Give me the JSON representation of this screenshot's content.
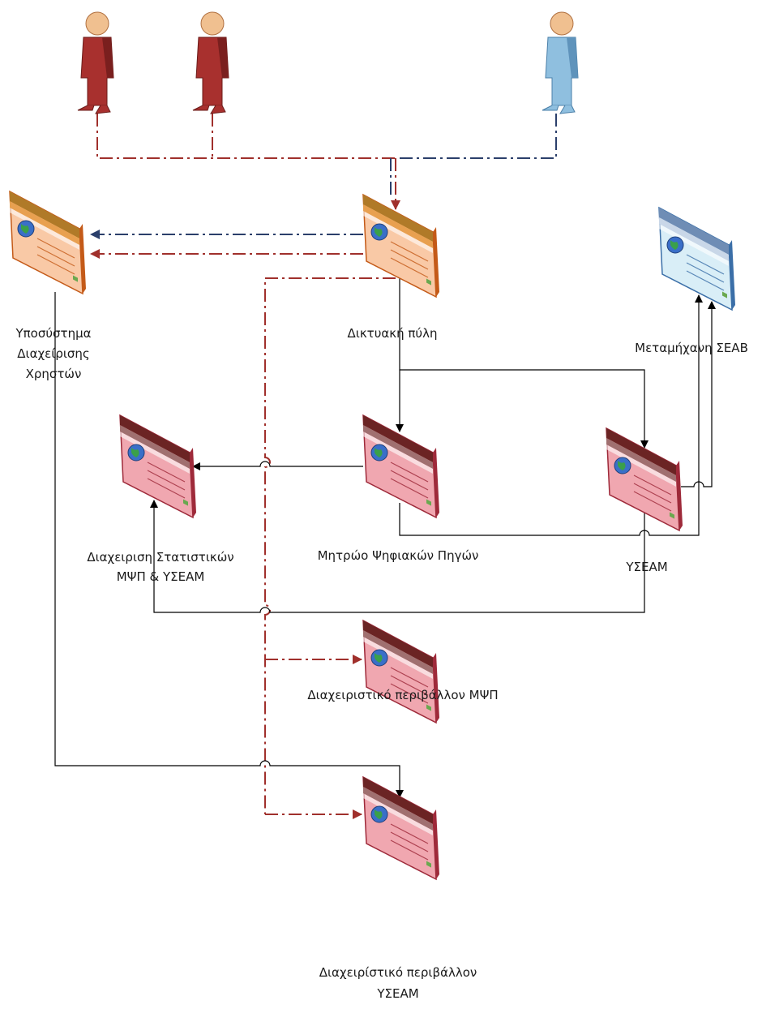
{
  "diagram": {
    "actors": [
      {
        "id": "user1",
        "role": "user",
        "color": "#a8302e"
      },
      {
        "id": "user2",
        "role": "user",
        "color": "#a8302e"
      },
      {
        "id": "admin",
        "role": "user",
        "color": "#8fbfdf"
      }
    ],
    "nodes": [
      {
        "id": "user_mgmt",
        "label_lines": [
          "Υποσύστημα",
          "Διαχείρισης",
          "Χρηστών"
        ],
        "theme": "orange"
      },
      {
        "id": "portal",
        "label_lines": [
          "Δικτυακή πύλη"
        ],
        "theme": "orange"
      },
      {
        "id": "metasearch",
        "label_lines": [
          "Μεταμήχανη ΣΕΑΒ"
        ],
        "theme": "blue"
      },
      {
        "id": "stats",
        "label_lines": [
          "Διαχειριση Στατιστικών",
          "ΜΨΠ & ΥΣΕΑΜ"
        ],
        "theme": "red"
      },
      {
        "id": "registry",
        "label_lines": [
          "Μητρώο Ψηφιακών Πηγών"
        ],
        "theme": "red"
      },
      {
        "id": "yseam",
        "label_lines": [
          "ΥΣΕΑΜ"
        ],
        "theme": "red"
      },
      {
        "id": "admin_mpsp",
        "label_lines": [
          "Διαχειριστικό περιβάλλον ΜΨΠ"
        ],
        "theme": "red"
      },
      {
        "id": "admin_yseam",
        "label_lines": [
          "Διαχειρίστικό περιβάλλον",
          "ΥΣΕΑΜ"
        ],
        "theme": "red"
      }
    ],
    "themes": {
      "orange": {
        "header": "#b07a28",
        "band": "#e8a050",
        "body": "#f9c9a6",
        "side": "#c45a18"
      },
      "blue": {
        "header": "#6f8db5",
        "band": "#c9d7e8",
        "body": "#d9eef7",
        "side": "#3b6fa8"
      },
      "red": {
        "header": "#6b2424",
        "band": "#a07070",
        "body": "#f0a7b0",
        "side": "#9e2a3a"
      }
    },
    "line_colors": {
      "solid": "#000000",
      "red_dashdot": "#a0302c",
      "blue_dashdot": "#2b3f6b"
    }
  }
}
